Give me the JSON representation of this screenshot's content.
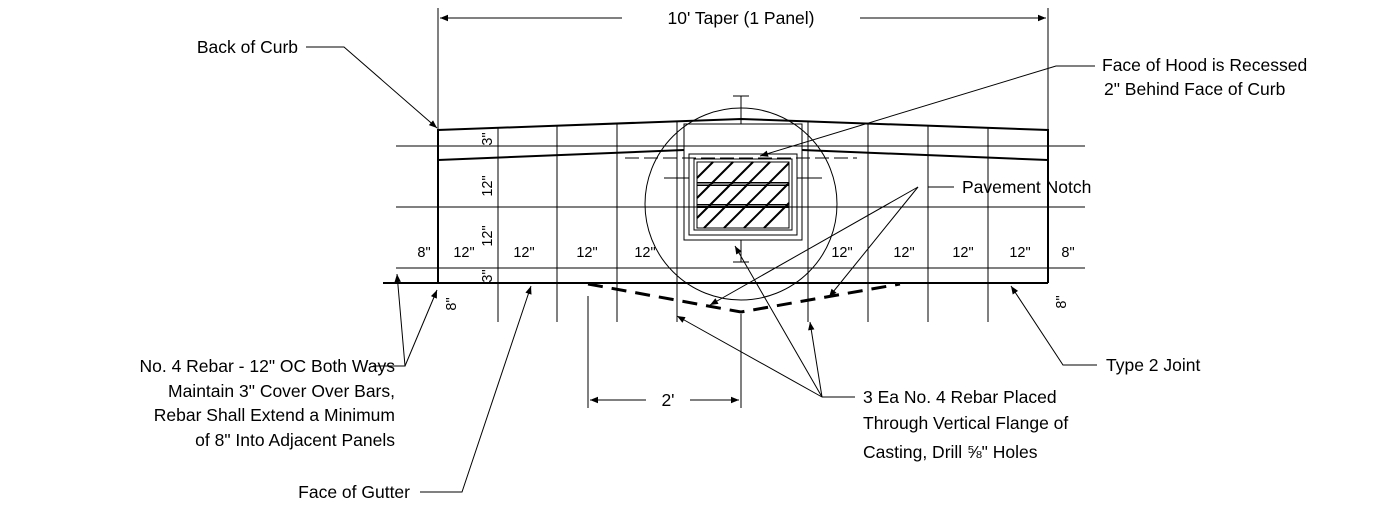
{
  "labels": {
    "taper": "10' Taper (1 Panel)",
    "back_of_curb": "Back of Curb",
    "face_of_hood_line1": "Face of Hood is Recessed",
    "face_of_hood_line2": "2\" Behind Face of Curb",
    "pavement_notch": "Pavement Notch",
    "rebar_line1": "No. 4 Rebar - 12\" OC Both Ways",
    "rebar_line2": "Maintain 3\" Cover Over Bars,",
    "rebar_line3": "Rebar Shall Extend a Minimum",
    "rebar_line4": "of 8\" Into Adjacent Panels",
    "type2_joint": "Type 2 Joint",
    "face_of_gutter": "Face of Gutter",
    "ea_rebar_line1": "3 Ea No. 4 Rebar Placed",
    "ea_rebar_line2": "Through Vertical Flange of",
    "ea_rebar_line3": "Casting, Drill ⅝\" Holes",
    "notch_width": "2'"
  },
  "dims": {
    "h8": "8\"",
    "h12": "12\"",
    "v3": "3\"",
    "v12": "12\"",
    "v8": "8\""
  }
}
